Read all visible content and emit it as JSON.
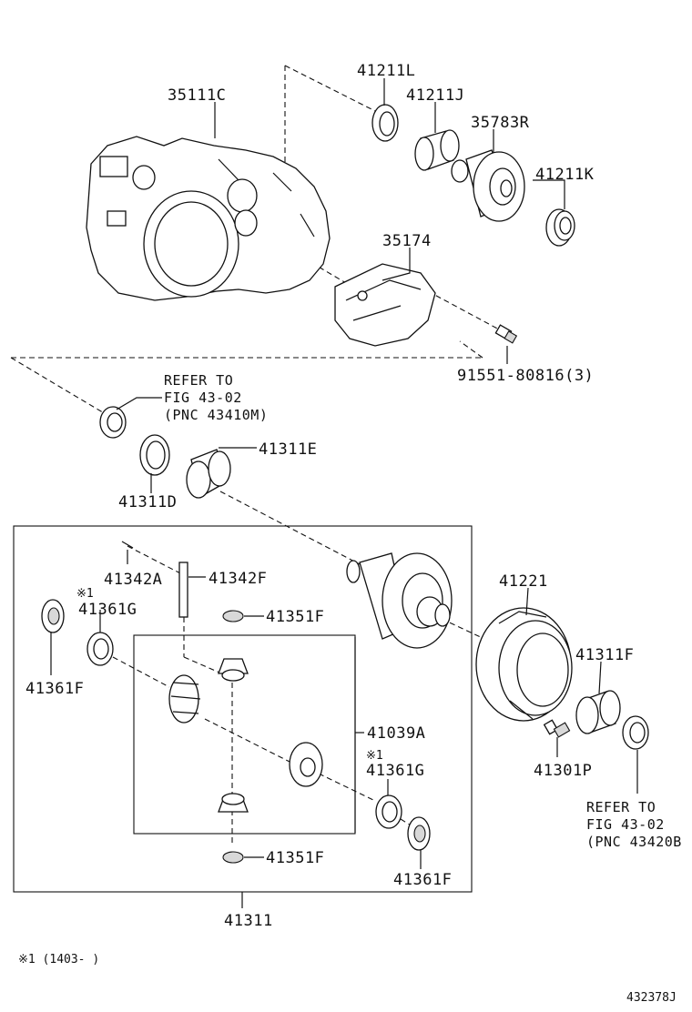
{
  "diagram_id": "432378J",
  "footnote": "※1 (1403-      )",
  "parts": {
    "p_35111C": "35111C",
    "p_41211L": "41211L",
    "p_41211J": "41211J",
    "p_35783R": "35783R",
    "p_41211K": "41211K",
    "p_35174": "35174",
    "p_91551": "91551-80816(3)",
    "p_41311E": "41311E",
    "p_41311D": "41311D",
    "p_41342A": "41342A",
    "p_41342F": "41342F",
    "p_41361G_a": "41361G",
    "p_41361F_a": "41361F",
    "p_41351F_a": "41351F",
    "p_41221": "41221",
    "p_41311F": "41311F",
    "p_41039A": "41039A",
    "p_41361G_b": "41361G",
    "p_41301P": "41301P",
    "p_41351F_b": "41351F",
    "p_41361F_b": "41361F",
    "p_41311": "41311"
  },
  "marks": {
    "mark_a": "※1",
    "mark_b": "※1"
  },
  "refs": {
    "ref1": {
      "line1": "REFER TO",
      "line2": "FIG 43-02",
      "line3": "(PNC 43410M)"
    },
    "ref2": {
      "line1": "REFER TO",
      "line2": "FIG 43-02",
      "line3": "(PNC 43420B"
    }
  }
}
